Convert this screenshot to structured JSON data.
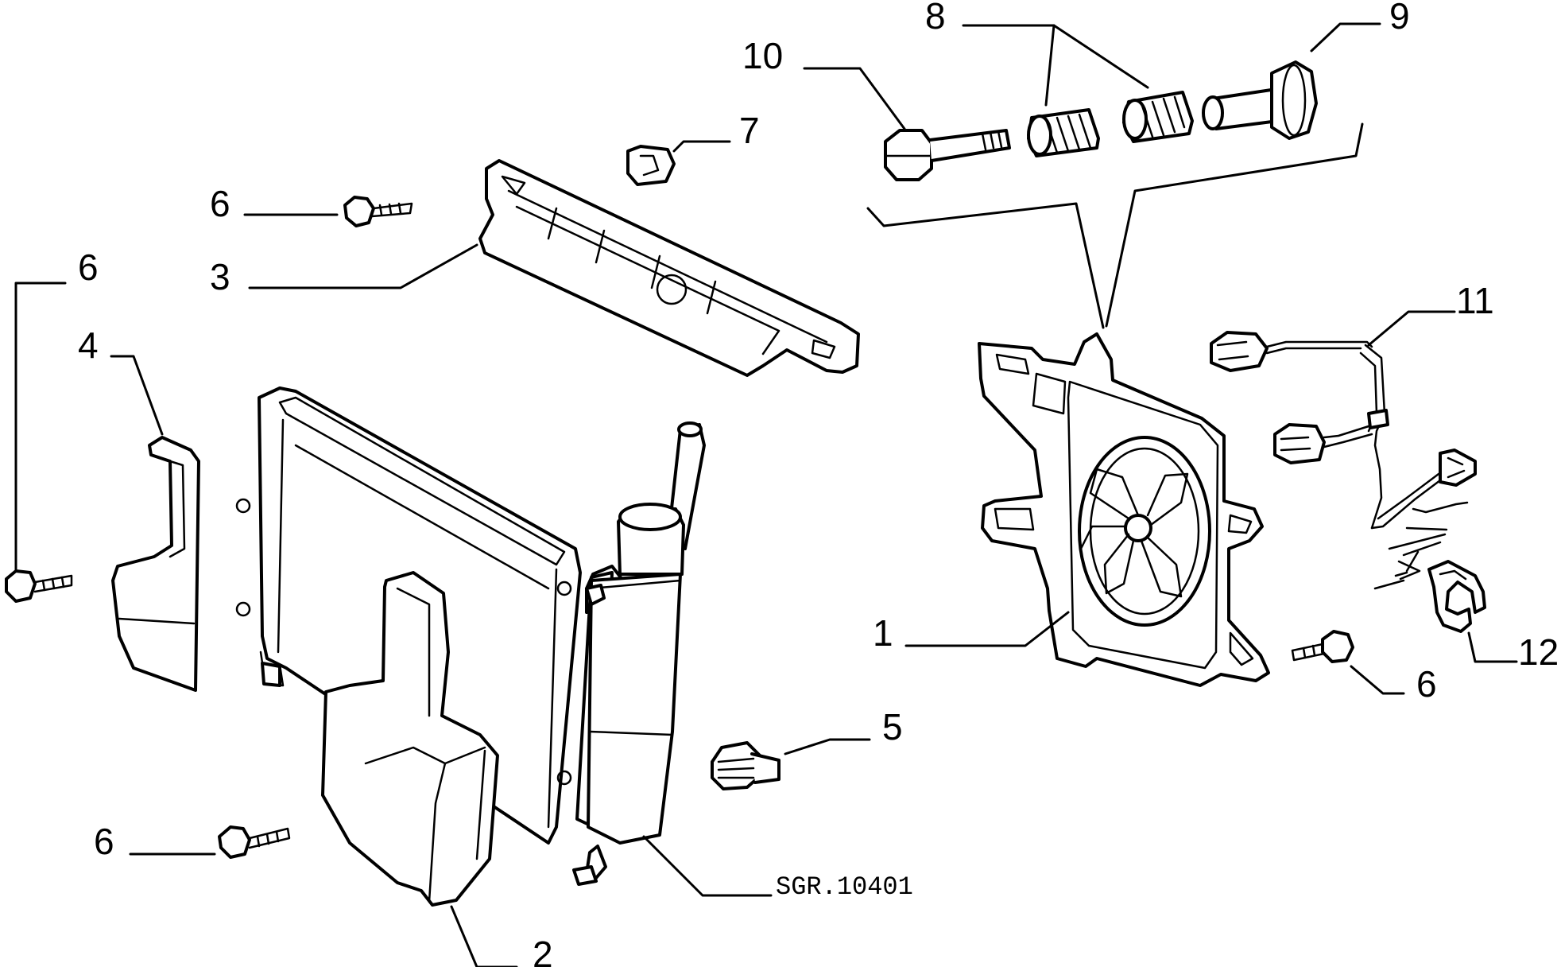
{
  "diagram": {
    "reference_code": "SGR.10401",
    "callouts": [
      {
        "id": "c1",
        "label": "1"
      },
      {
        "id": "c2",
        "label": "2"
      },
      {
        "id": "c3",
        "label": "3"
      },
      {
        "id": "c4",
        "label": "4"
      },
      {
        "id": "c5",
        "label": "5"
      },
      {
        "id": "c6a",
        "label": "6"
      },
      {
        "id": "c6b",
        "label": "6"
      },
      {
        "id": "c6c",
        "label": "6"
      },
      {
        "id": "c6d",
        "label": "6"
      },
      {
        "id": "c7",
        "label": "7"
      },
      {
        "id": "c8",
        "label": "8"
      },
      {
        "id": "c9",
        "label": "9"
      },
      {
        "id": "c10",
        "label": "10"
      },
      {
        "id": "c11",
        "label": "11"
      },
      {
        "id": "c12",
        "label": "12"
      }
    ]
  }
}
